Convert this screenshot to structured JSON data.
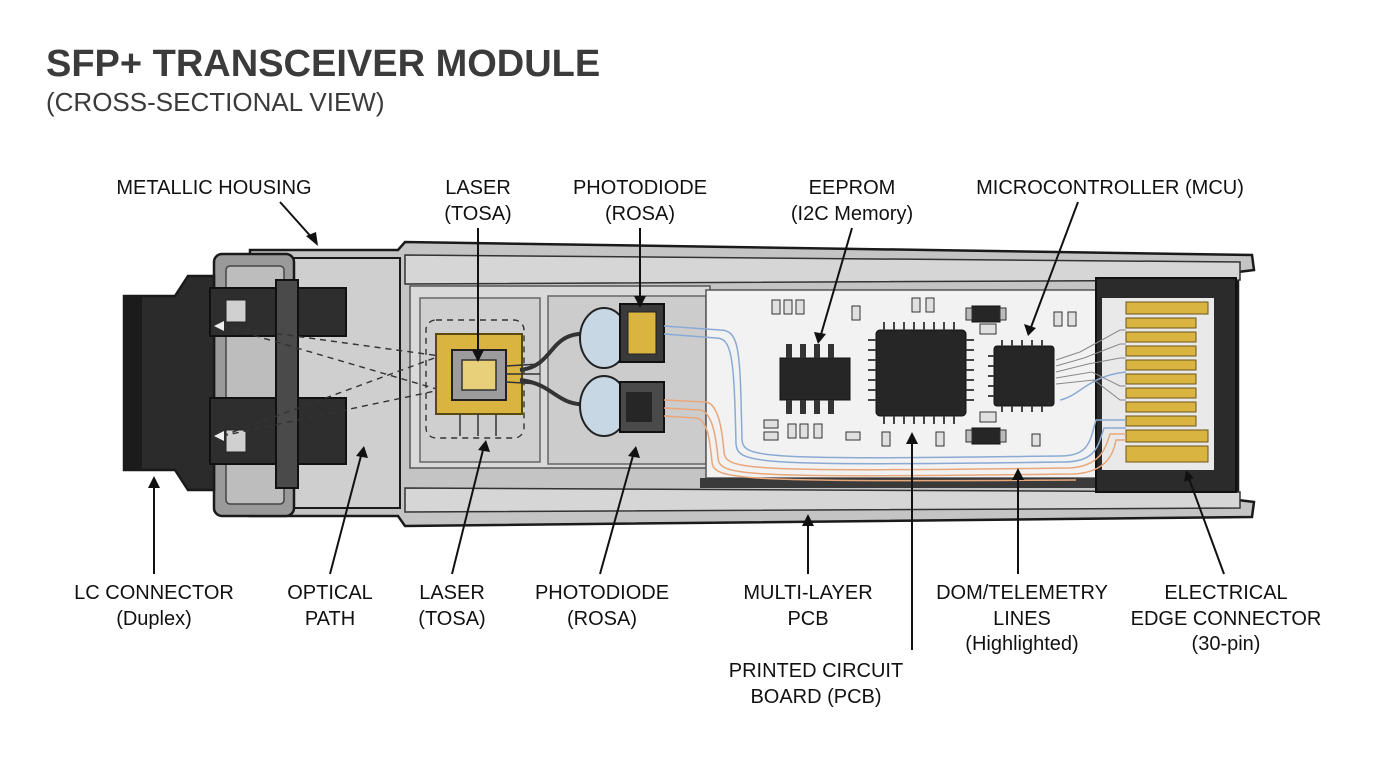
{
  "title": "SFP+ TRANSCEIVER MODULE",
  "subtitle": "(CROSS-SECTIONAL VIEW)",
  "labels": {
    "metallic_housing": "METALLIC HOUSING",
    "laser_top_1": "LASER",
    "laser_top_2": "(TOSA)",
    "photodiode_top_1": "PHOTODIODE",
    "photodiode_top_2": "(ROSA)",
    "eeprom_1": "EEPROM",
    "eeprom_2": "(I2C Memory)",
    "mcu": "MICROCONTROLLER (MCU)",
    "lc_connector_1": "LC CONNECTOR",
    "lc_connector_2": "(Duplex)",
    "optical_path_1": "OPTICAL",
    "optical_path_2": "PATH",
    "laser_bottom_1": "LASER",
    "laser_bottom_2": "(TOSA)",
    "photodiode_bottom_1": "PHOTODIODE",
    "photodiode_bottom_2": "(ROSA)",
    "multilayer_pcb_1": "MULTI-LAYER",
    "multilayer_pcb_2": "PCB",
    "pcb_1": "PRINTED CIRCUIT",
    "pcb_2": "BOARD (PCB)",
    "dom_1": "DOM/TELEMETRY",
    "dom_2": "LINES",
    "dom_3": "(Highlighted)",
    "edge_1": "ELECTRICAL",
    "edge_2": "EDGE CONNECTOR",
    "edge_3": "(30-pin)"
  },
  "colors": {
    "housing": "#c4c4c4",
    "housing_light": "#dcdcdc",
    "housing_dark": "#7a7a7a",
    "connector": "#2b2b2b",
    "pcb": "#f2f2f2",
    "chip": "#262626",
    "gold": "#d9b440",
    "blue_trace": "#8aaad4",
    "orange_trace": "#e8a77a"
  }
}
